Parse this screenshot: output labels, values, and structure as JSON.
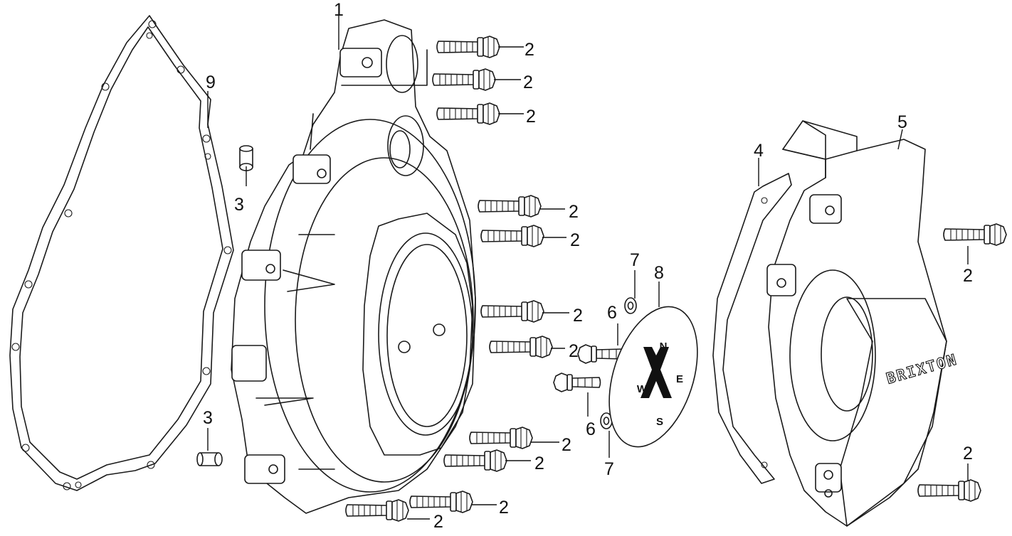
{
  "diagram": {
    "parts": {
      "p1": "1",
      "p2": "2",
      "p3": "3",
      "p4": "4",
      "p5": "5",
      "p6": "6",
      "p7": "7",
      "p8": "8",
      "p9": "9"
    },
    "compass": {
      "n": "N",
      "e": "E",
      "s": "S",
      "w": "W"
    },
    "brand": "BRIXTON"
  }
}
